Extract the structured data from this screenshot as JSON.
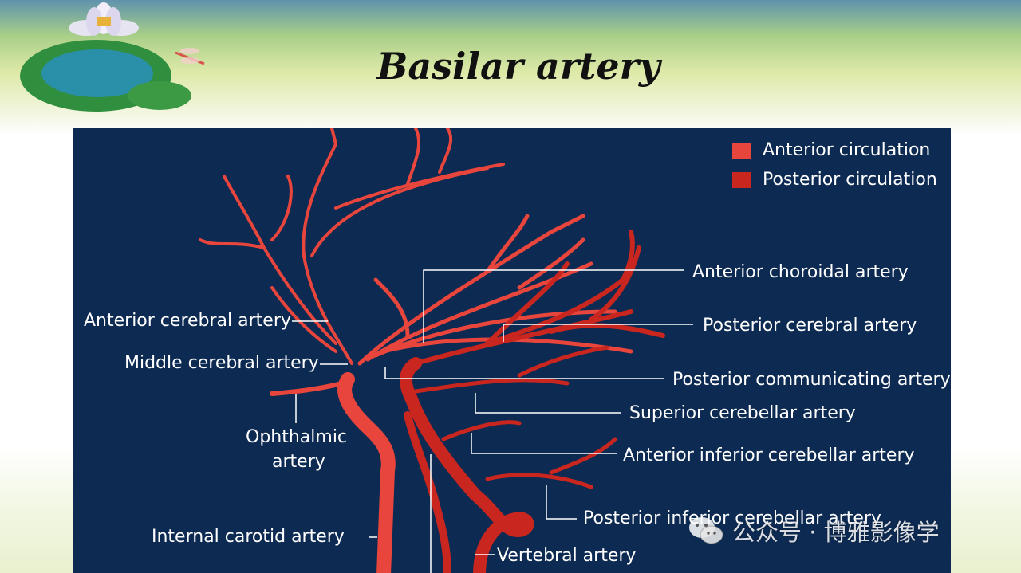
{
  "title": "Basilar artery",
  "legend": [
    {
      "label": "Anterior circulation",
      "color": "#e8453c"
    },
    {
      "label": "Posterior circulation",
      "color": "#c8261e"
    }
  ],
  "labels": {
    "anterior_choroidal": "Anterior choroidal artery",
    "posterior_cerebral": "Posterior cerebral artery",
    "posterior_communicating": "Posterior communicating artery",
    "superior_cerebellar": "Superior cerebellar artery",
    "anterior_inferior_cerebellar": "Anterior inferior cerebellar artery",
    "posterior_inferior_cerebellar": "Posterior inferior cerebellar artery",
    "vertebral": "Vertebral artery",
    "anterior_cerebral": "Anterior cerebral artery",
    "middle_cerebral": "Middle cerebral artery",
    "ophthalmic_line1": "Ophthalmic",
    "ophthalmic_line2": "artery",
    "internal_carotid": "Internal carotid artery"
  },
  "watermark": "公众号 · 博雅影像学",
  "colors": {
    "background": "#0d2a52",
    "anterior": "#e8453c",
    "posterior": "#c8261e"
  }
}
